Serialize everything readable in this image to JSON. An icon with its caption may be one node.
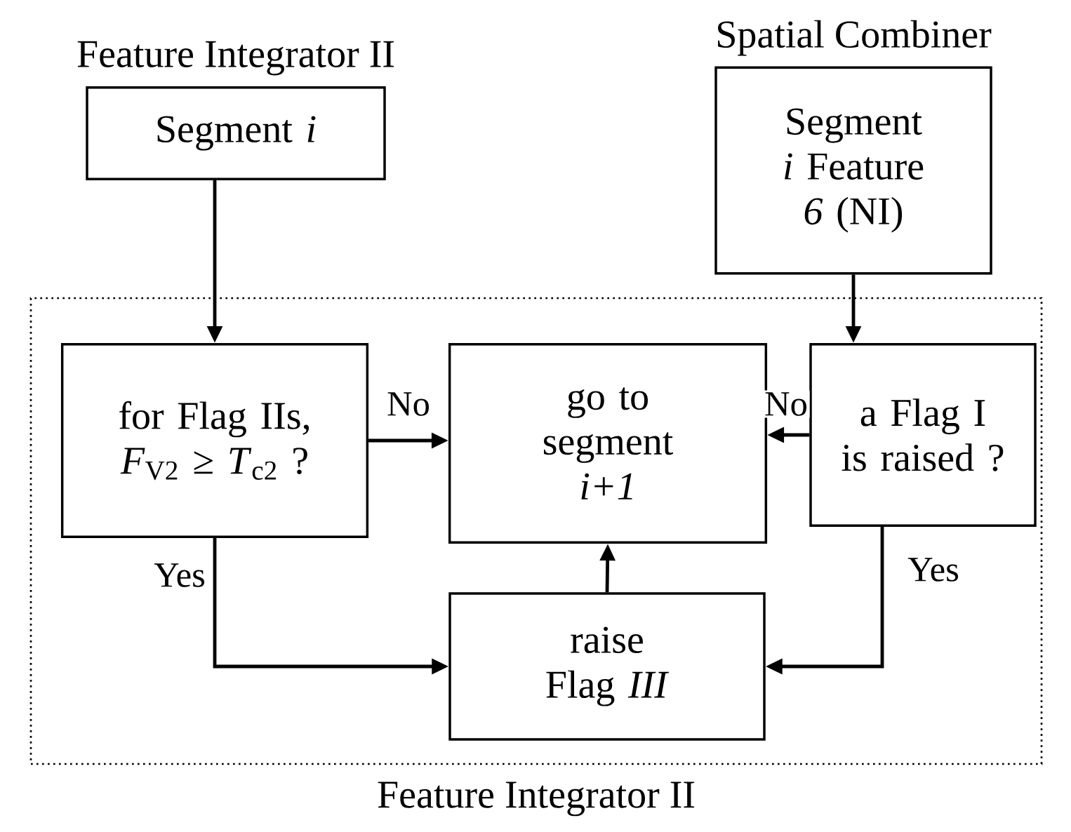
{
  "diagram": {
    "nodes": [
      {
        "text": [
          "Feature Integrator II"
        ]
      },
      {
        "text": [
          "Feature Integrator II",
          "Segment *i*"
        ]
      },
      {
        "text": [
          "Spatial Combiner",
          "Segment *i* Feature *6* (NI)"
        ]
      },
      {
        "text": [
          "for Flag IIs, *F*$_{V2}$ ≥ *T*$_{c2}$ ?"
        ],
        "in": 0
      },
      {
        "text": [
          "go to segment *i+1*"
        ],
        "in": 0
      },
      {
        "text": [
          "a Flag I is raised ?"
        ],
        "in": 0
      },
      {
        "text": [
          "raise Flag *III*"
        ],
        "in": 0
      }
    ],
    "edges": [
      {
        "from": 1,
        "to": 3,
        "arrow": "to"
      },
      {
        "from": 2,
        "to": 5,
        "arrow": "to"
      },
      {
        "from": 3,
        "to": 4,
        "arrow": "to",
        "label": "No"
      },
      {
        "from": 5,
        "to": 4,
        "arrow": "to",
        "label": "No"
      },
      {
        "from": 3,
        "to": 6,
        "arrow": "to",
        "label": "Yes"
      },
      {
        "from": 5,
        "to": 6,
        "arrow": "to",
        "label": "Yes"
      },
      {
        "from": 6,
        "to": 4,
        "arrow": "to"
      }
    ]
  }
}
